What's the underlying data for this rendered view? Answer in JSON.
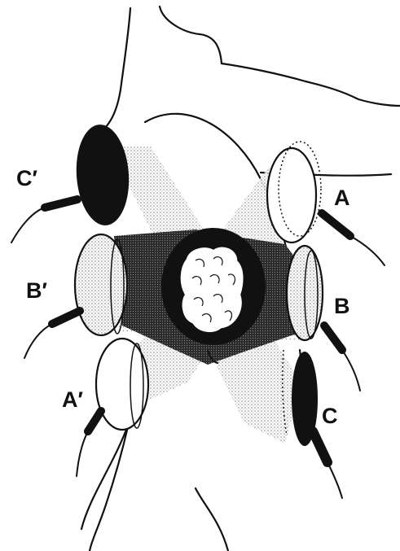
{
  "diagram": {
    "labels": {
      "A": "A",
      "A_prime": "A′",
      "B": "B",
      "B_prime": "B′",
      "C": "C",
      "C_prime": "C′"
    },
    "colors": {
      "ink": "#111111",
      "background": "#ffffff",
      "beam_stipple": "#9a9a9a",
      "overlap_dark": "#3a3a3a",
      "tumor": "#ffffff"
    }
  }
}
